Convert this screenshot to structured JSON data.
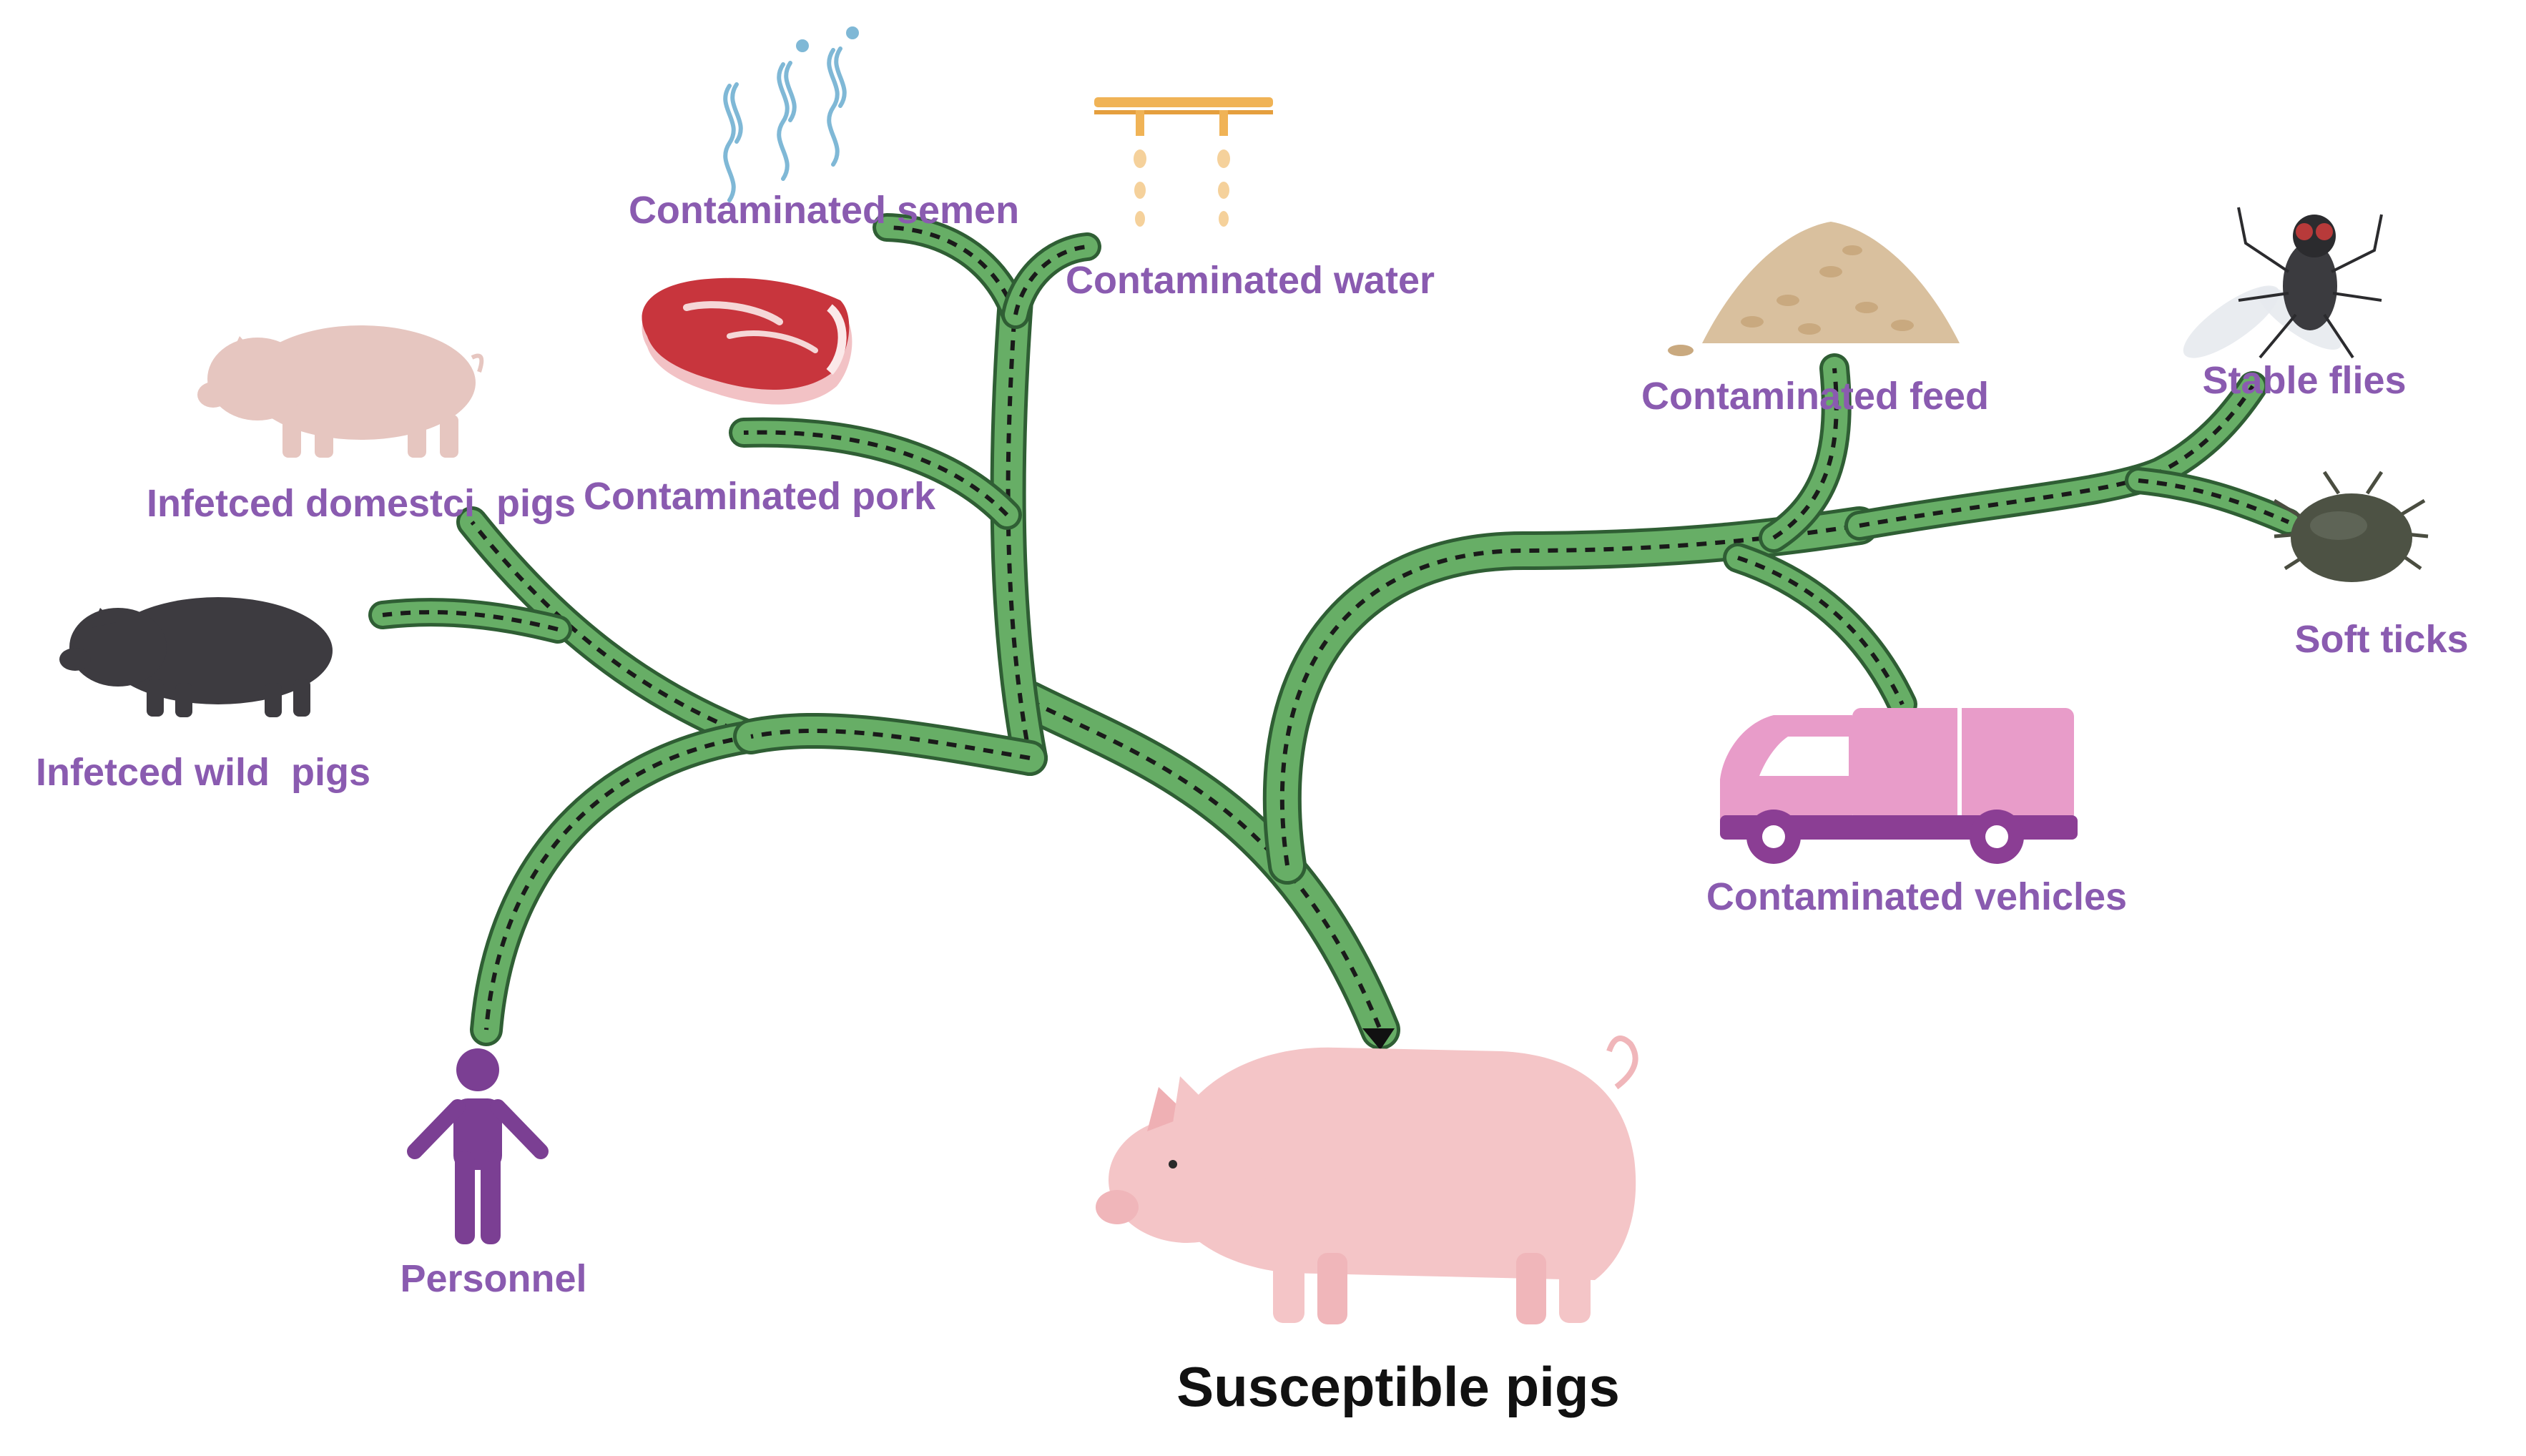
{
  "diagram": {
    "target": {
      "label": "Susceptible pigs"
    },
    "sources": {
      "semen": {
        "label": "Contaminated semen",
        "icon": "semen-icon"
      },
      "water": {
        "label": "Contaminated water",
        "icon": "water-drip-icon"
      },
      "pork": {
        "label": "Contaminated pork",
        "icon": "meat-icon"
      },
      "domestic": {
        "label": "Infetced domestci  pigs",
        "icon": "domestic-pig-icon"
      },
      "wild": {
        "label": "Infetced wild  pigs",
        "icon": "wild-pig-icon"
      },
      "personnel": {
        "label": "Personnel",
        "icon": "person-icon"
      },
      "feed": {
        "label": "Contaminated feed",
        "icon": "feed-pile-icon"
      },
      "flies": {
        "label": "Stable flies",
        "icon": "fly-icon"
      },
      "ticks": {
        "label": "Soft ticks",
        "icon": "tick-icon"
      },
      "vehicles": {
        "label": "Contaminated vehicles",
        "icon": "van-icon"
      }
    },
    "colors": {
      "branch_fill": "#67ae66",
      "branch_edge": "#2f5e34",
      "label_purple": "#8a5bb0",
      "pig_pink": "#f4c5c7",
      "wild_pig": "#3d3b40",
      "person": "#7b3f93",
      "van": "#e89cc9"
    }
  }
}
